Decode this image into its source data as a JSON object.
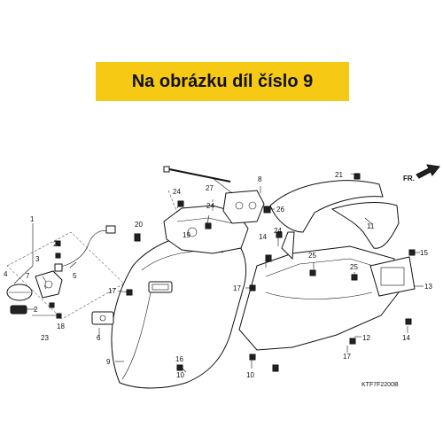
{
  "banner": {
    "text": "Na obrázku díl číslo 9",
    "color": "#f6c915"
  },
  "diagram_code": "KTF7F2200B",
  "direction_label": "FR.",
  "callouts": [
    {
      "id": "c1",
      "text": "1"
    },
    {
      "id": "c2",
      "text": "2"
    },
    {
      "id": "c3",
      "text": "3"
    },
    {
      "id": "c4",
      "text": "4"
    },
    {
      "id": "c5",
      "text": "5"
    },
    {
      "id": "c6",
      "text": "6"
    },
    {
      "id": "c7",
      "text": "7"
    },
    {
      "id": "c8",
      "text": "8"
    },
    {
      "id": "c9",
      "text": "9"
    },
    {
      "id": "c10a",
      "text": "10"
    },
    {
      "id": "c10b",
      "text": "10"
    },
    {
      "id": "c11",
      "text": "11"
    },
    {
      "id": "c12",
      "text": "12"
    },
    {
      "id": "c13",
      "text": "13"
    },
    {
      "id": "c14a",
      "text": "14"
    },
    {
      "id": "c14b",
      "text": "14"
    },
    {
      "id": "c15",
      "text": "15"
    },
    {
      "id": "c16",
      "text": "16"
    },
    {
      "id": "c17a",
      "text": "17"
    },
    {
      "id": "c17b",
      "text": "17"
    },
    {
      "id": "c17c",
      "text": "17"
    },
    {
      "id": "c18",
      "text": "18"
    },
    {
      "id": "c19",
      "text": "19"
    },
    {
      "id": "c20",
      "text": "20"
    },
    {
      "id": "c21",
      "text": "21"
    },
    {
      "id": "c22",
      "text": "22"
    },
    {
      "id": "c23",
      "text": "23"
    },
    {
      "id": "c24a",
      "text": "24"
    },
    {
      "id": "c24b",
      "text": "24"
    },
    {
      "id": "c24c",
      "text": "24"
    },
    {
      "id": "c25a",
      "text": "25"
    },
    {
      "id": "c25b",
      "text": "25"
    },
    {
      "id": "c26",
      "text": "26"
    },
    {
      "id": "c27",
      "text": "27"
    }
  ]
}
